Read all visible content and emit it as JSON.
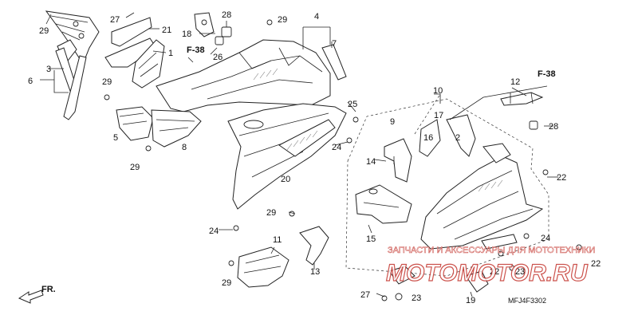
{
  "diagram": {
    "code": "MFJ4F3302",
    "front_label": "FR.",
    "ref_labels": [
      "F-38",
      "F-38"
    ],
    "callouts": [
      "1",
      "2",
      "3",
      "4",
      "5",
      "6",
      "7",
      "8",
      "9",
      "10",
      "11",
      "12",
      "13",
      "14",
      "15",
      "16",
      "17",
      "18",
      "19",
      "20",
      "21",
      "22",
      "23",
      "24",
      "25",
      "26",
      "27",
      "28",
      "29"
    ]
  },
  "watermark": {
    "line1": "ЗАПЧАСТИ И АКСЕССУАРЫ ДЛЯ МОТОТЕХНИКИ",
    "logo": "МОТОМОТОR.RU"
  }
}
